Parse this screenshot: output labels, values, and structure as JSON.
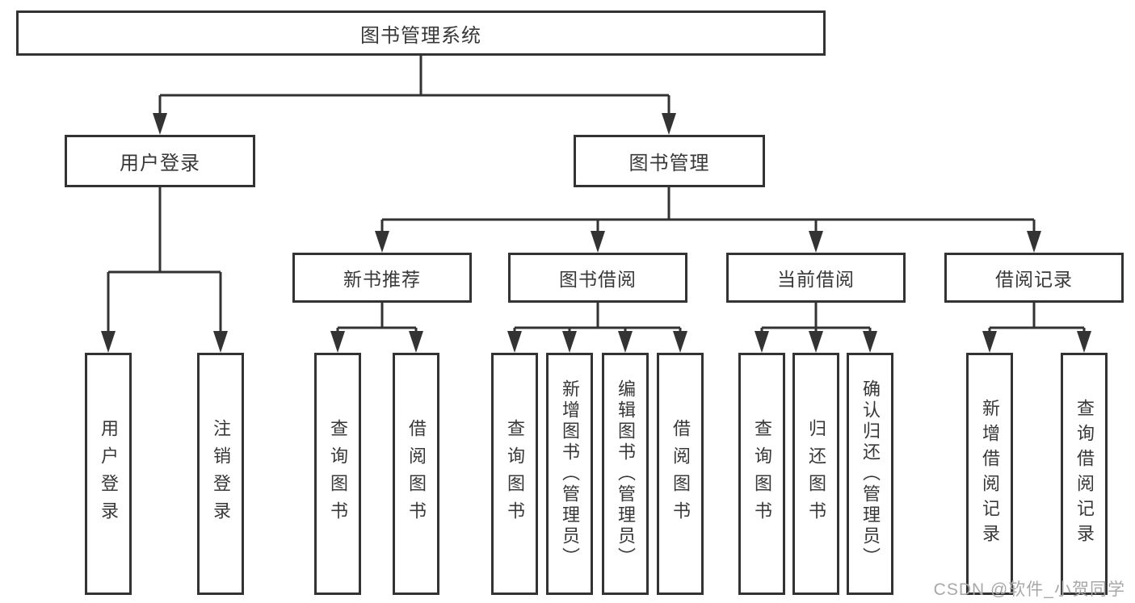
{
  "tree": {
    "root": {
      "label": "图书管理系统"
    },
    "branches": [
      {
        "label": "用户登录",
        "children": [
          {
            "label": "用户登录"
          },
          {
            "label": "注销登录"
          }
        ]
      },
      {
        "label": "图书管理",
        "groups": [
          {
            "label": "新书推荐",
            "children": [
              {
                "label": "查询图书"
              },
              {
                "label": "借阅图书"
              }
            ]
          },
          {
            "label": "图书借阅",
            "children": [
              {
                "label": "查询图书"
              },
              {
                "label": "新增图书（管理员）"
              },
              {
                "label": "编辑图书（管理员）"
              },
              {
                "label": "借阅图书"
              }
            ]
          },
          {
            "label": "当前借阅",
            "children": [
              {
                "label": "查询图书"
              },
              {
                "label": "归还图书"
              },
              {
                "label": "确认归还（管理员）"
              }
            ]
          },
          {
            "label": "借阅记录",
            "children": [
              {
                "label": "新增借阅记录"
              },
              {
                "label": "查询借阅记录"
              }
            ]
          }
        ]
      }
    ]
  },
  "watermark": {
    "text": "CSDN @软件_小贺同学"
  },
  "colors": {
    "line": "#333333",
    "box_border": "#333333",
    "background": "#ffffff",
    "watermark": "#a8a8a8"
  }
}
